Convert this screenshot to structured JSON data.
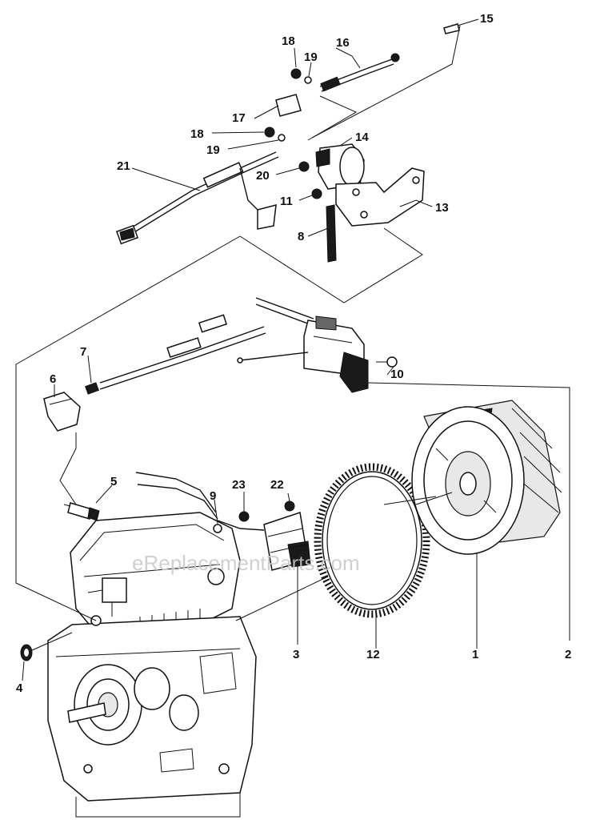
{
  "watermark": "eReplacementParts.com",
  "callouts": {
    "p1": "1",
    "p2": "2",
    "p3": "3",
    "p4": "4",
    "p5": "5",
    "p6": "6",
    "p7": "7",
    "p8": "8",
    "p9": "9",
    "p10": "10",
    "p11": "11",
    "p12": "12",
    "p13": "13",
    "p14": "14",
    "p15": "15",
    "p16": "16",
    "p17": "17",
    "p18a": "18",
    "p18b": "18",
    "p19a": "19",
    "p19b": "19",
    "p20": "20",
    "p21": "21",
    "p22": "22",
    "p23": "23"
  }
}
